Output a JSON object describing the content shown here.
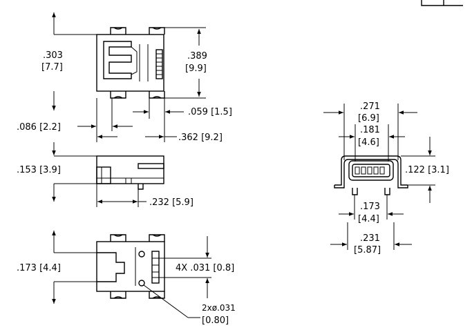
{
  "dimensions": {
    "height_in": ".303",
    "height_mm": "[7.7]",
    "width_in": ".389",
    "width_mm": "[9.9]",
    "tab_gap": ".059  [1.5]",
    "standoff": ".086  [2.2]",
    "body_length": ".362  [9.2]",
    "side_height": ".153  [3.9]",
    "side_length": ".232  [5.9]",
    "footprint_pitch": ".173  [4.4]",
    "pin_width": "4X  .031  [0.8]",
    "hole_in": "2xø.031",
    "hole_mm": "[0.80]",
    "front_outer_in": ".271",
    "front_outer_mm": "[6.9]",
    "front_inner_in": ".181",
    "front_inner_mm": "[4.6]",
    "front_height": ".122  [3.1]",
    "front_legs_in": ".173",
    "front_legs_mm": "[4.4]",
    "front_total_in": ".231",
    "front_total_mm": "[5.87]"
  }
}
